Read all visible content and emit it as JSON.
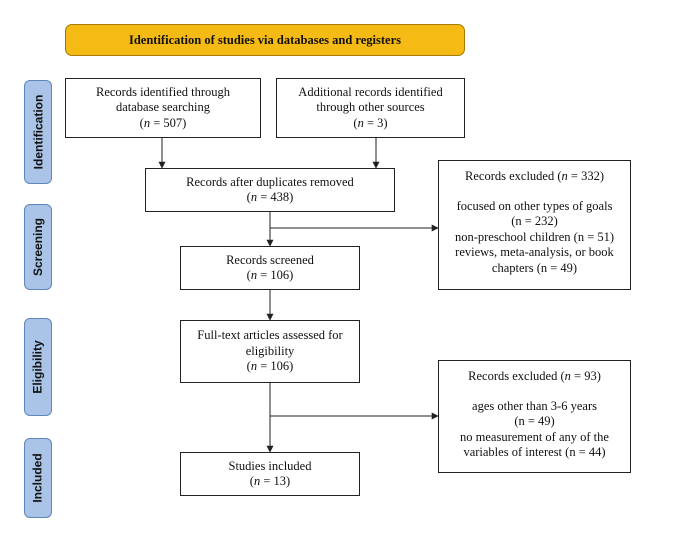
{
  "banner": "Identification of studies via databases and registers",
  "stages": {
    "identification": "Identification",
    "screening": "Screening",
    "eligibility": "Eligibility",
    "included": "Included"
  },
  "boxes": {
    "database": {
      "line1": "Records identified through",
      "line2": "database searching",
      "n_label": "n",
      "n_value": " = 507"
    },
    "other": {
      "line1": "Additional records identified",
      "line2": "through other sources",
      "n_label": "n",
      "n_value": " = 3"
    },
    "deduplicated": {
      "line1": "Records after duplicates removed",
      "n_label": "n",
      "n_value": " = 438"
    },
    "excluded1": {
      "title": "Records excluded (",
      "n_label": "n",
      "n_value": " = 332)",
      "reason1_a": "focused on other types of goals",
      "reason1_b": "(n = 232)",
      "reason2": "non-preschool children (n = 51)",
      "reason3_a": "reviews, meta-analysis, or book",
      "reason3_b": "chapters (n = 49)"
    },
    "screened": {
      "line1": "Records screened",
      "n_label": "n",
      "n_value": " = 106"
    },
    "fulltext": {
      "line1": "Full-text articles assessed for",
      "line2": "eligibility",
      "n_label": "n",
      "n_value": " = 106"
    },
    "excluded2": {
      "title": "Records excluded (",
      "n_label": "n",
      "n_value": " = 93)",
      "reason1_a": "ages other than 3-6 years",
      "reason1_b": "(n = 49)",
      "reason2_a": "no measurement of any of the",
      "reason2_b": "variables of interest (n = 44)"
    },
    "included": {
      "line1": "Studies included",
      "n_label": "n",
      "n_value": " = 13"
    }
  }
}
